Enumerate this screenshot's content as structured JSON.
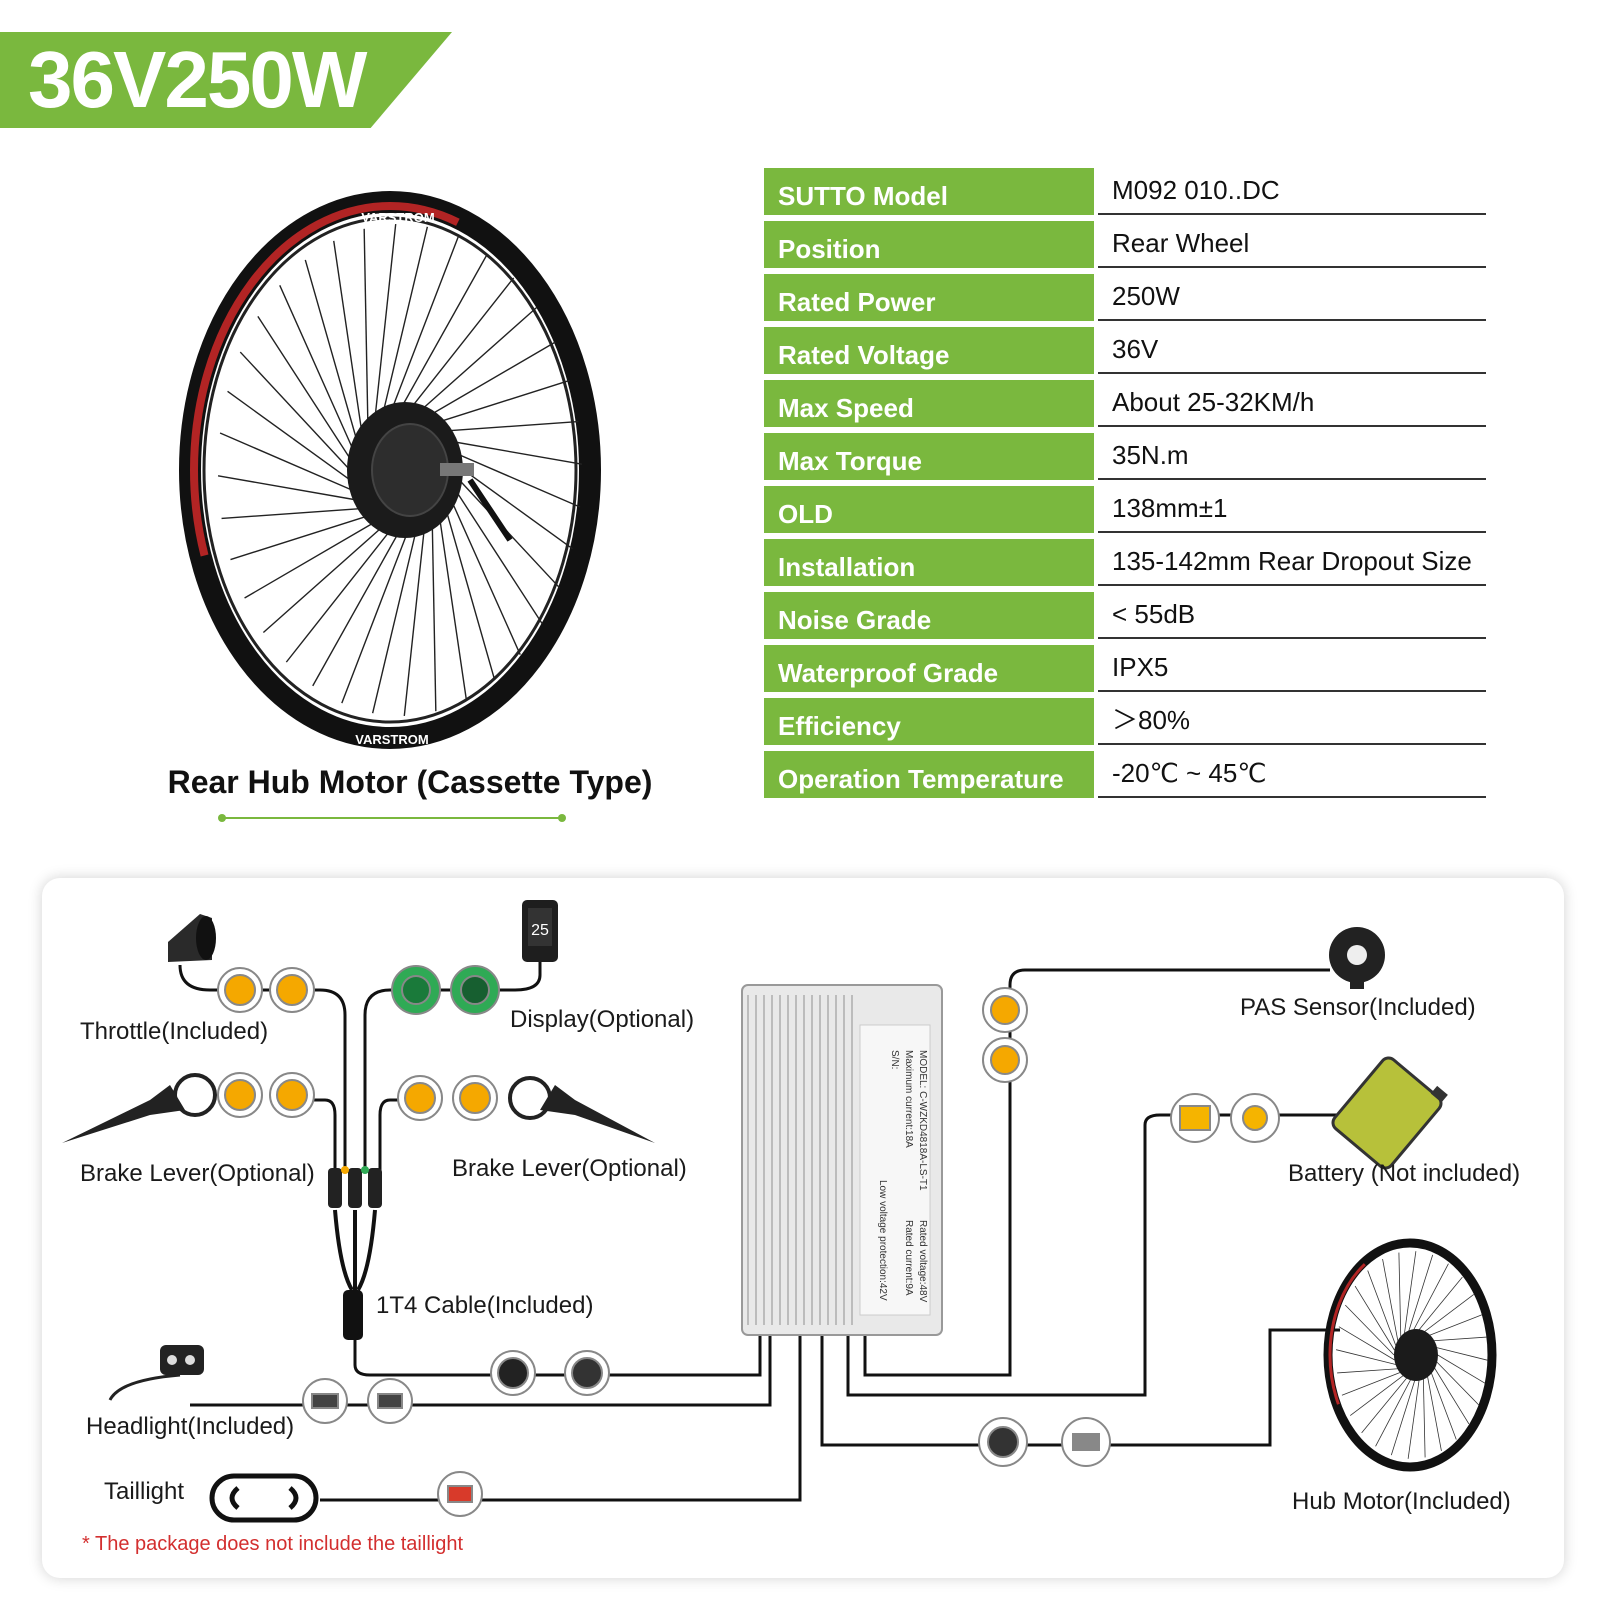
{
  "banner": {
    "title": "36V250W",
    "color": "#7ab83e"
  },
  "wheel": {
    "brand": "VARSTROM",
    "caption": "Rear Hub Motor (Cassette Type)"
  },
  "specs": [
    {
      "label": "SUTTO Model",
      "value": "M092 010..DC"
    },
    {
      "label": "Position",
      "value": "Rear Wheel"
    },
    {
      "label": "Rated Power",
      "value": "250W"
    },
    {
      "label": "Rated Voltage",
      "value": "36V"
    },
    {
      "label": "Max Speed",
      "value": "About 25-32KM/h"
    },
    {
      "label": "Max Torque",
      "value": "35N.m"
    },
    {
      "label": "OLD",
      "value": "138mm±1"
    },
    {
      "label": "Installation",
      "value": "135-142mm Rear Dropout Size"
    },
    {
      "label": "Noise Grade",
      "value": "< 55dB"
    },
    {
      "label": "Waterproof Grade",
      "value": "IPX5"
    },
    {
      "label": "Efficiency",
      "value": "＞80%"
    },
    {
      "label": "Operation Temperature",
      "value": "-20℃ ~ 45℃"
    }
  ],
  "diagram": {
    "throttle": "Throttle(Included)",
    "display": "Display(Optional)",
    "brake_left": "Brake Lever(Optional)",
    "brake_right": "Brake Lever(Optional)",
    "cable": "1T4 Cable(Included)",
    "headlight": "Headlight(Included)",
    "taillight": "Taillight",
    "pas": "PAS Sensor(Included)",
    "battery": "Battery (Not included)",
    "hub_motor": "Hub Motor(Included)",
    "note": "* The package does not include the taillight",
    "controller": {
      "model": "MODEL: C-WZKD4818A-LS-T1",
      "max_current": "Maximum current:18A",
      "sn": "S/N:",
      "rated_voltage": "Rated voltage:48V",
      "rated_current": "Rated current:9A",
      "low_voltage": "Low voltage protection:42V"
    },
    "display_value": "25"
  },
  "colors": {
    "accent": "#7ab83e",
    "connector_yellow": "#f5a800",
    "connector_green": "#2faa55",
    "note_red": "#d32f2f"
  }
}
